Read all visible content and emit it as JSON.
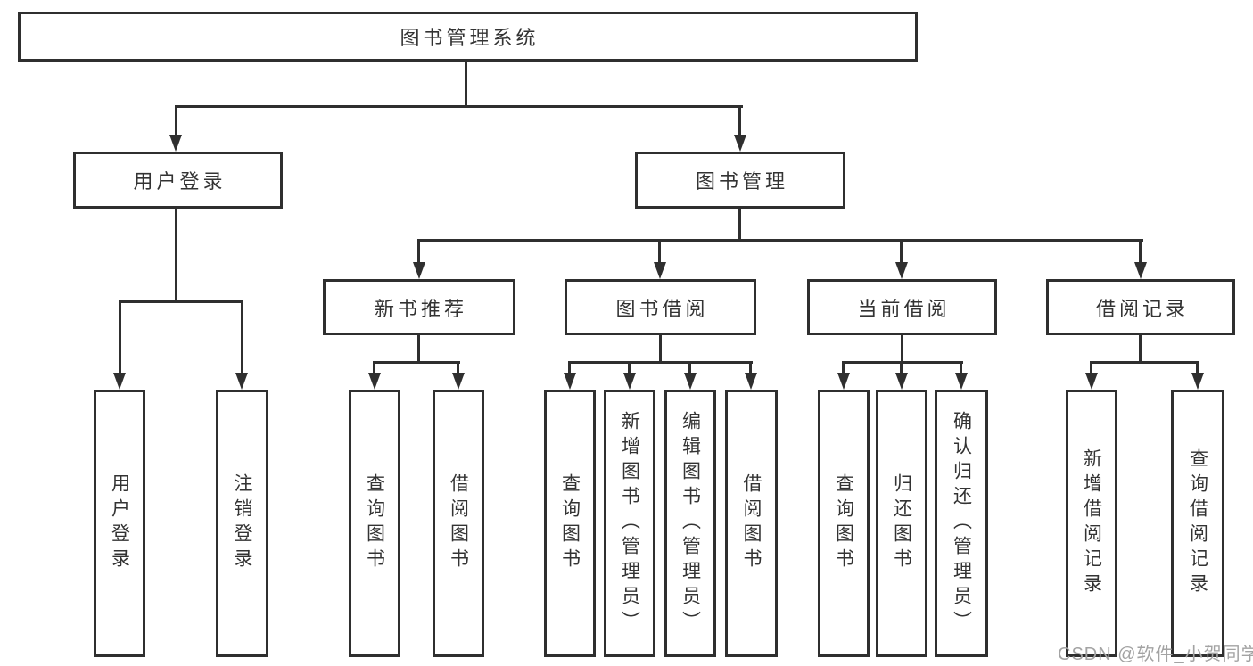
{
  "nodes": {
    "root": "图书管理系统",
    "user": "用户登录",
    "book": "图书管理",
    "recommend": "新书推荐",
    "borrow": "图书借阅",
    "current": "当前借阅",
    "record": "借阅记录",
    "user_leaves": [
      "用户登录",
      "注销登录"
    ],
    "recommend_leaves": [
      "查询图书",
      "借阅图书"
    ],
    "borrow_leaves": [
      "查询图书",
      "新增图书（管理员）",
      "编辑图书（管理员）",
      "借阅图书"
    ],
    "current_leaves": [
      "查询图书",
      "归还图书",
      "确认归还（管理员）"
    ],
    "record_leaves": [
      "新增借阅记录",
      "查询借阅记录"
    ]
  },
  "watermark": {
    "text": "CSDN @软件_小贺同学",
    "color": "#a3a3a3"
  },
  "colors": {
    "line": "#2f2f2f",
    "text": "#333333",
    "background": "#ffffff"
  }
}
